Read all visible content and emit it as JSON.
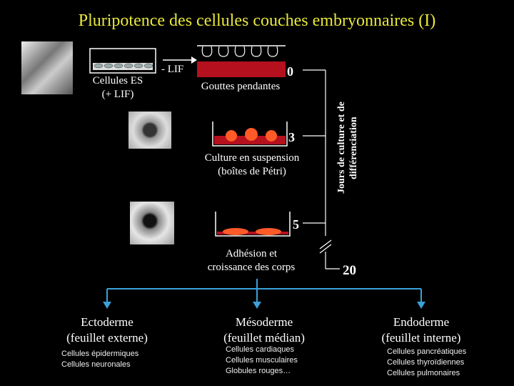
{
  "title": "Pluripotence des cellules couches embryonnaires (I)",
  "es_cells": "Cellules ES\n(+ LIF)",
  "lif": "- LIF",
  "hanging_drops": "Gouttes pendantes",
  "suspension": "Culture en suspension\n(boîtes de Pétri)",
  "adhesion": "Adhésion et\ncroissance des corps",
  "days_label": "Jours de culture et de différenciation",
  "day_marks": [
    "0",
    "3",
    "5",
    "20"
  ],
  "layers": [
    {
      "name": "Ectoderme\n(feuillet externe)",
      "cells": "Cellules épidermiques\nCellules neuronales"
    },
    {
      "name": "Mésoderme\n(feuillet médian)",
      "cells": "Cellules cardiaques\nCellules musculaires\nGlobules rouges…"
    },
    {
      "name": "Endoderme\n(feuillet interne)",
      "cells": "Cellules pancréatiques\nCellules thyroïdiennes\nCellules pulmonaires"
    }
  ],
  "colors": {
    "title": "#e8e83a",
    "arrow": "#3aa0d8",
    "medium": "#b5101e",
    "cells": "#ff5a28"
  }
}
